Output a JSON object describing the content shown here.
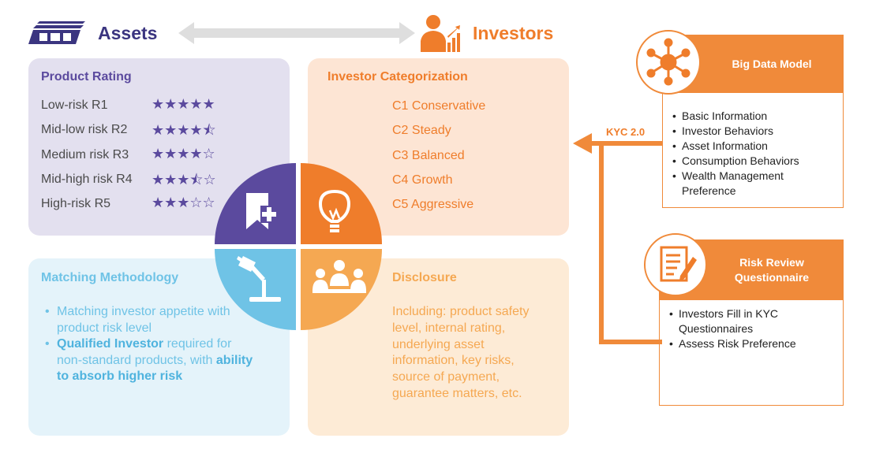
{
  "header": {
    "assets_label": "Assets",
    "investors_label": "Investors"
  },
  "product_rating": {
    "title": "Product Rating",
    "rows": [
      {
        "label": "Low-risk  R1",
        "stars": "★★★★★"
      },
      {
        "label": "Mid-low risk  R2",
        "stars": "★★★★⯪"
      },
      {
        "label": "Medium risk  R3",
        "stars": "★★★★☆"
      },
      {
        "label": "Mid-high risk  R4",
        "stars": "★★★⯪☆"
      },
      {
        "label": "High-risk  R5",
        "stars": "★★★☆☆"
      }
    ]
  },
  "investor_categorization": {
    "title": "Investor Categorization",
    "items": [
      "C1  Conservative",
      "C2  Steady",
      "C3  Balanced",
      "C4  Growth",
      "C5  Aggressive"
    ]
  },
  "matching": {
    "title": "Matching Methodology",
    "bullet1": "Matching investor appetite with product risk level",
    "bullet2_bold1": "Qualified Investor",
    "bullet2_mid": " required for non-standard products, with ",
    "bullet2_bold2": "ability to absorb higher risk"
  },
  "disclosure": {
    "title": "Disclosure",
    "text": "Including: product safety level, internal rating, underlying asset information, key risks, source of payment, guarantee matters, etc."
  },
  "big_data": {
    "title": "Big Data Model",
    "items": [
      "Basic Information",
      "Investor Behaviors",
      "Asset Information",
      "Consumption Behaviors",
      "Wealth Management Preference"
    ]
  },
  "risk_review": {
    "title": "Risk Review Questionnaire",
    "items": [
      "Investors Fill in KYC Questionnaires",
      "Assess Risk Preference"
    ]
  },
  "kyc_label": "KYC 2.0",
  "colors": {
    "purple": "#5b4a9e",
    "orange": "#f08a3a",
    "blue": "#6fc3e6",
    "light_orange": "#f5a852"
  },
  "icons": [
    "money-stack-icon",
    "investor-chart-icon",
    "bookmark-plus-icon",
    "lightbulb-icon",
    "desk-lamp-icon",
    "meeting-icon",
    "network-icon",
    "questionnaire-icon"
  ]
}
